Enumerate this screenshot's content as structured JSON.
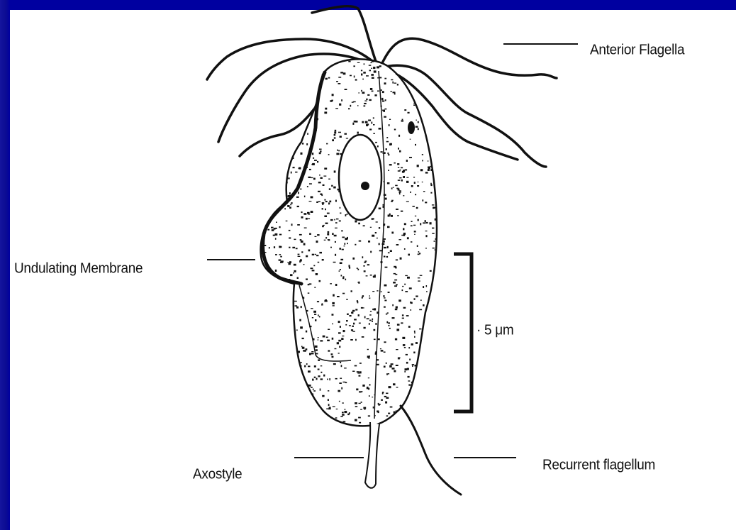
{
  "diagram": {
    "labels": {
      "anterior_flagella": "Anterior Flagella",
      "undulating_membrane": "Undulating Membrane",
      "scale": "· 5 μm",
      "axostyle": "Axostyle",
      "recurrent_flagellum": "Recurrent flagellum"
    }
  },
  "colors": {
    "frame": "#0a0a8c",
    "background": "#ffffff",
    "ink": "#111111"
  }
}
